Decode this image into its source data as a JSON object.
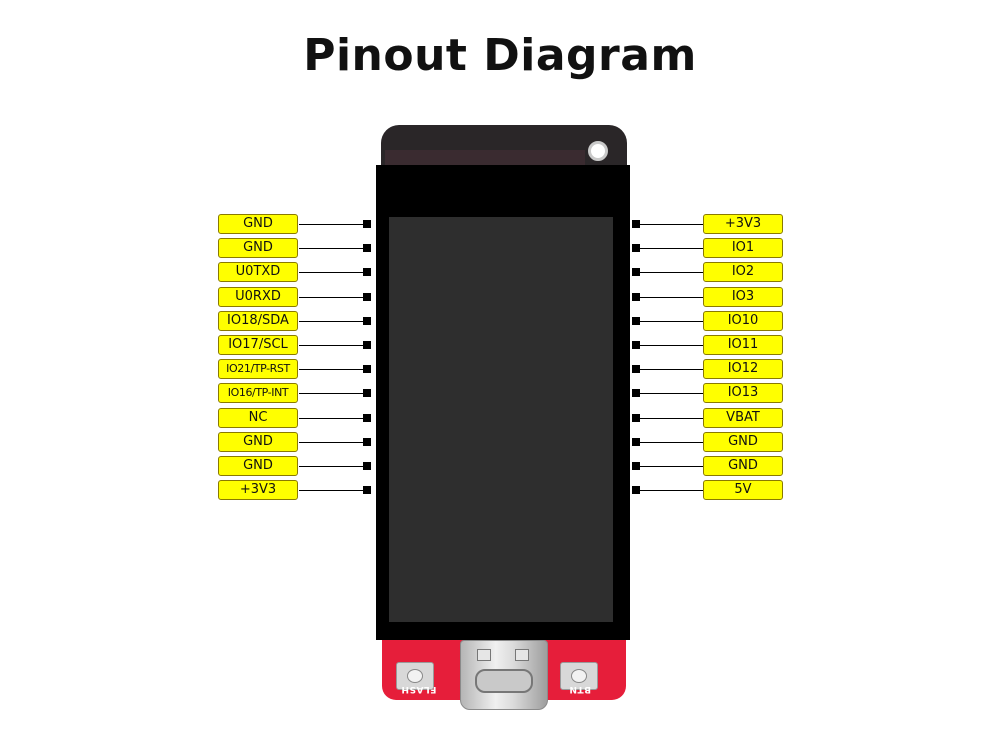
{
  "title": "Pinout Diagram",
  "left_pins": [
    "GND",
    "GND",
    "U0TXD",
    "U0RXD",
    "IO18/SDA",
    "IO17/SCL",
    "IO21/TP-RST",
    "IO16/TP-INT",
    "NC",
    "GND",
    "GND",
    "+3V3"
  ],
  "right_pins": [
    "+3V3",
    "IO1",
    "IO2",
    "IO3",
    "IO10",
    "IO11",
    "IO12",
    "IO13",
    "VBAT",
    "GND",
    "GND",
    "5V"
  ],
  "buttons": {
    "left": "FLASH",
    "right": "BTN"
  },
  "colors": {
    "label_fill": "#ffff00",
    "board_red": "#e61e3a",
    "board_black": "#000000"
  }
}
